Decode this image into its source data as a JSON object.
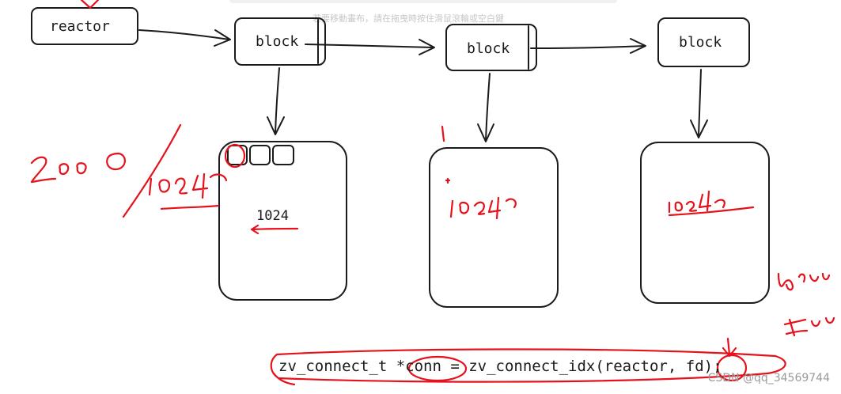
{
  "hint_text": "若要移動畫布，請在拖曳時按住滑鼠滾輪或空白鍵",
  "nodes": {
    "reactor": "reactor",
    "block1": "block",
    "block2": "block",
    "block3": "block",
    "pool1_label": "1024"
  },
  "code_line": "zv_connect_t *conn = zv_connect_idx(reactor, fd);",
  "watermark": "CSDN @qq_34569744",
  "colors": {
    "ink": "#1b1b1b",
    "annotation": "#e5121b",
    "background": "#ffffff"
  }
}
